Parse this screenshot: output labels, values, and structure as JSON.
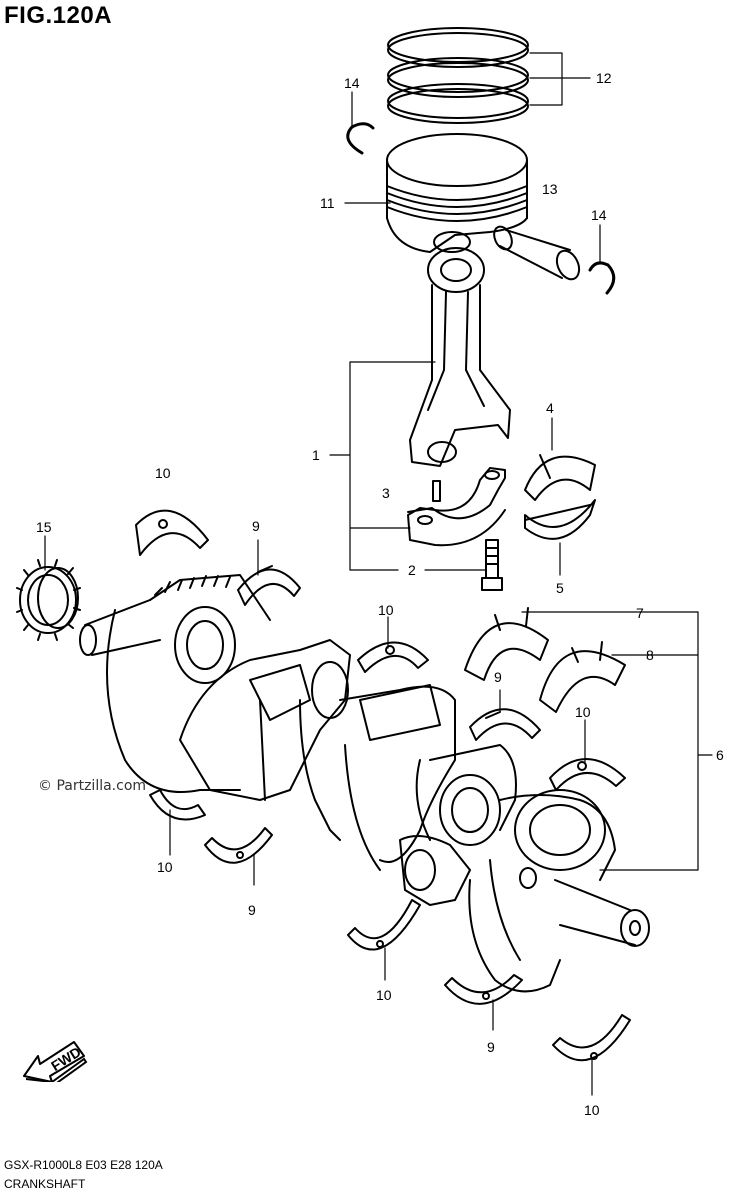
{
  "figure": {
    "title": "FIG.120A",
    "copyright": "© Partzilla.com",
    "fwd_label": "FWD",
    "footer_code": "GSX-R1000L8  E03  E28  120A",
    "footer_name": "CRANKSHAFT"
  },
  "callouts": [
    "1",
    "2",
    "3",
    "4",
    "5",
    "6",
    "7",
    "8",
    "9",
    "9",
    "9",
    "9",
    "10",
    "10",
    "10",
    "10",
    "10",
    "10",
    "11",
    "12",
    "13",
    "14",
    "14",
    "15"
  ],
  "colors": {
    "line": "#000000",
    "background": "#ffffff"
  }
}
